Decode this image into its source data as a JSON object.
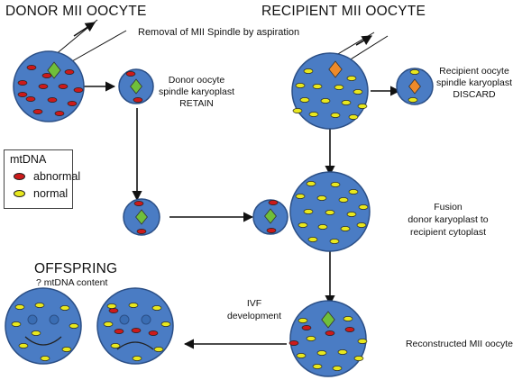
{
  "headers": {
    "donor": "DONOR MII OOCYTE",
    "recipient": "RECIPIENT MII OOCYTE",
    "offspring": "OFFSPRING"
  },
  "labels": {
    "removal": "Removal of MII Spindle  by aspiration",
    "donor_karyoplast_1": "Donor oocyte",
    "donor_karyoplast_2": "spindle karyoplast",
    "donor_karyoplast_3": "RETAIN",
    "recipient_karyoplast_1": "Recipient oocyte",
    "recipient_karyoplast_2": "spindle karyoplast",
    "recipient_karyoplast_3": "DISCARD",
    "fusion_1": "Fusion",
    "fusion_2": "donor karyoplast to",
    "fusion_3": "recipient cytoplast",
    "ivf_1": "IVF",
    "ivf_2": "development",
    "reconstructed": "Reconstructed MII oocyte",
    "offspring_sub": "? mtDNA content"
  },
  "legend": {
    "title": "mtDNA",
    "abnormal": "abnormal",
    "normal": "normal"
  },
  "colors": {
    "cell_fill": "#4a7cc4",
    "cell_stroke": "#2b4f86",
    "abnormal": "#cc1a1a",
    "normal": "#e8e81e",
    "donor_spindle": "#6fbf3a",
    "recipient_spindle": "#ee8a2a"
  }
}
